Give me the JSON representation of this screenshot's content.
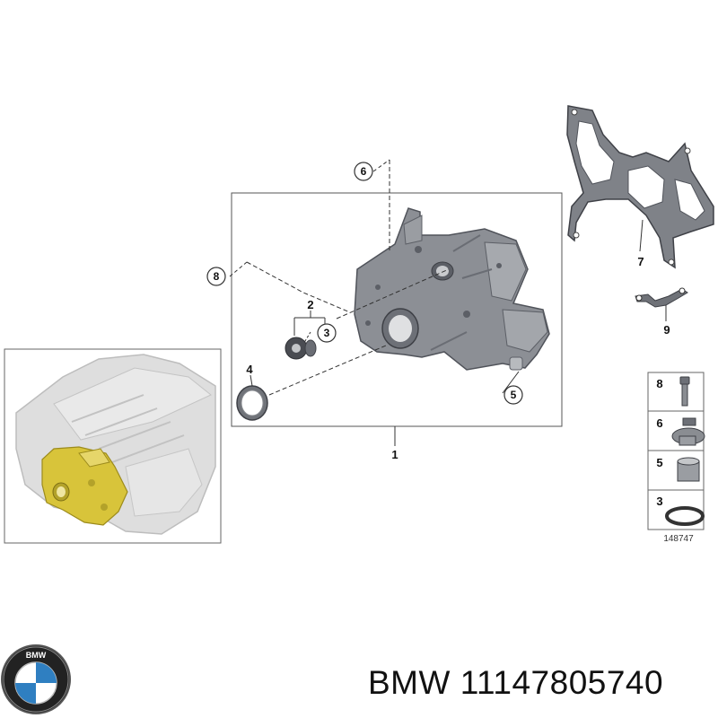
{
  "brand": {
    "name": "BMW",
    "part_number": "11147805740",
    "logo_letters": "BMW"
  },
  "diagram": {
    "diagram_number": "148747",
    "callouts": {
      "main_cover": "1",
      "seal_group": "2",
      "sealing_ring_3": "3",
      "shaft_seal_4": "4",
      "bushing_5": "5",
      "screw_plug_6": "6",
      "gasket_7": "7",
      "screw_8": "8",
      "sensor_9": "9"
    },
    "legend_items": [
      "8",
      "6",
      "5",
      "3"
    ]
  },
  "colors": {
    "part_gray": "#8c8f95",
    "part_dark": "#5c5f66",
    "highlight_yellow": "#d8c43a",
    "engine_ghost": "#d9d9d9",
    "frame_line": "#555555"
  }
}
